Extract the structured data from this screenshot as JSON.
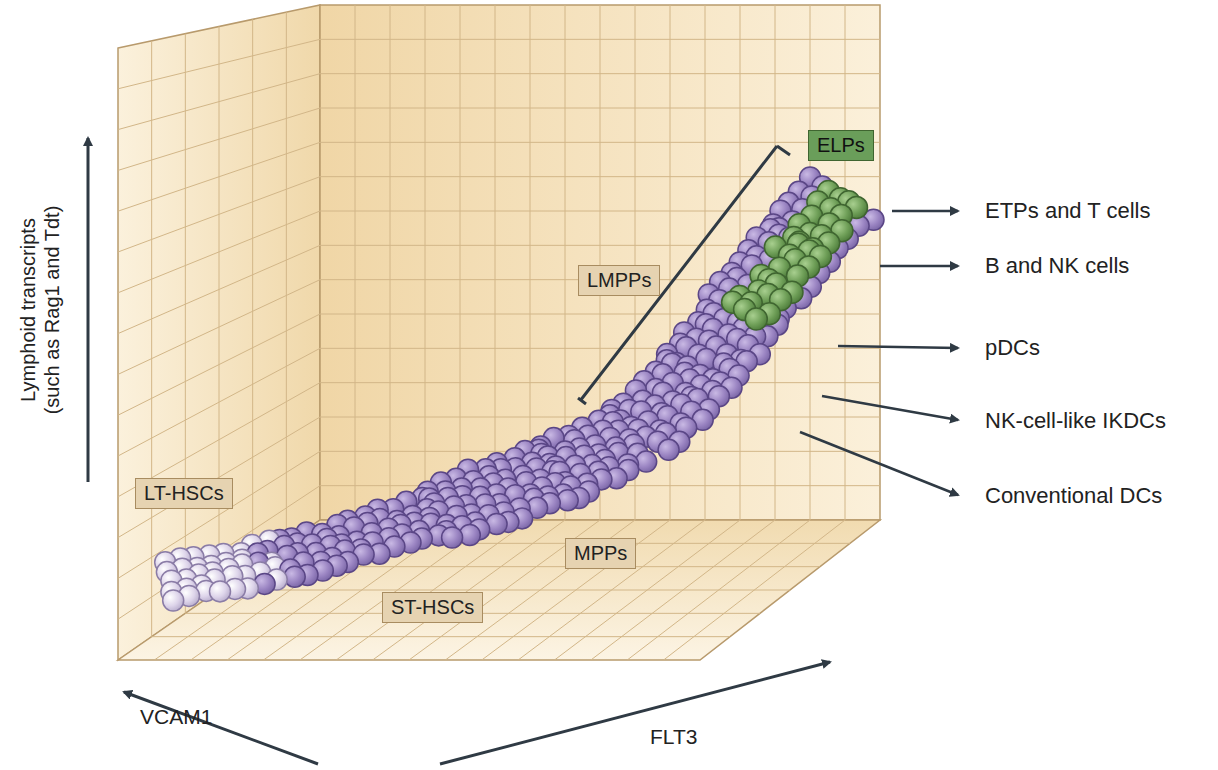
{
  "diagram": {
    "nodes": [
      {
        "text": [
          "ELPs"
        ]
      },
      {
        "text": [
          "LMPPs"
        ]
      },
      {
        "text": [
          "LT-HSCs"
        ]
      },
      {
        "text": [
          "MPPs"
        ]
      },
      {
        "text": [
          "ST-HSCs"
        ]
      }
    ],
    "labels": [
      "Lymphoid transcripts (such as Rag1 and Tdt)",
      "ETPs and T cells",
      "B and NK cells",
      "pDCs",
      "NK-cell-like IKDCs",
      "Conventional DCs",
      "VCAM1",
      "FLT3"
    ]
  }
}
